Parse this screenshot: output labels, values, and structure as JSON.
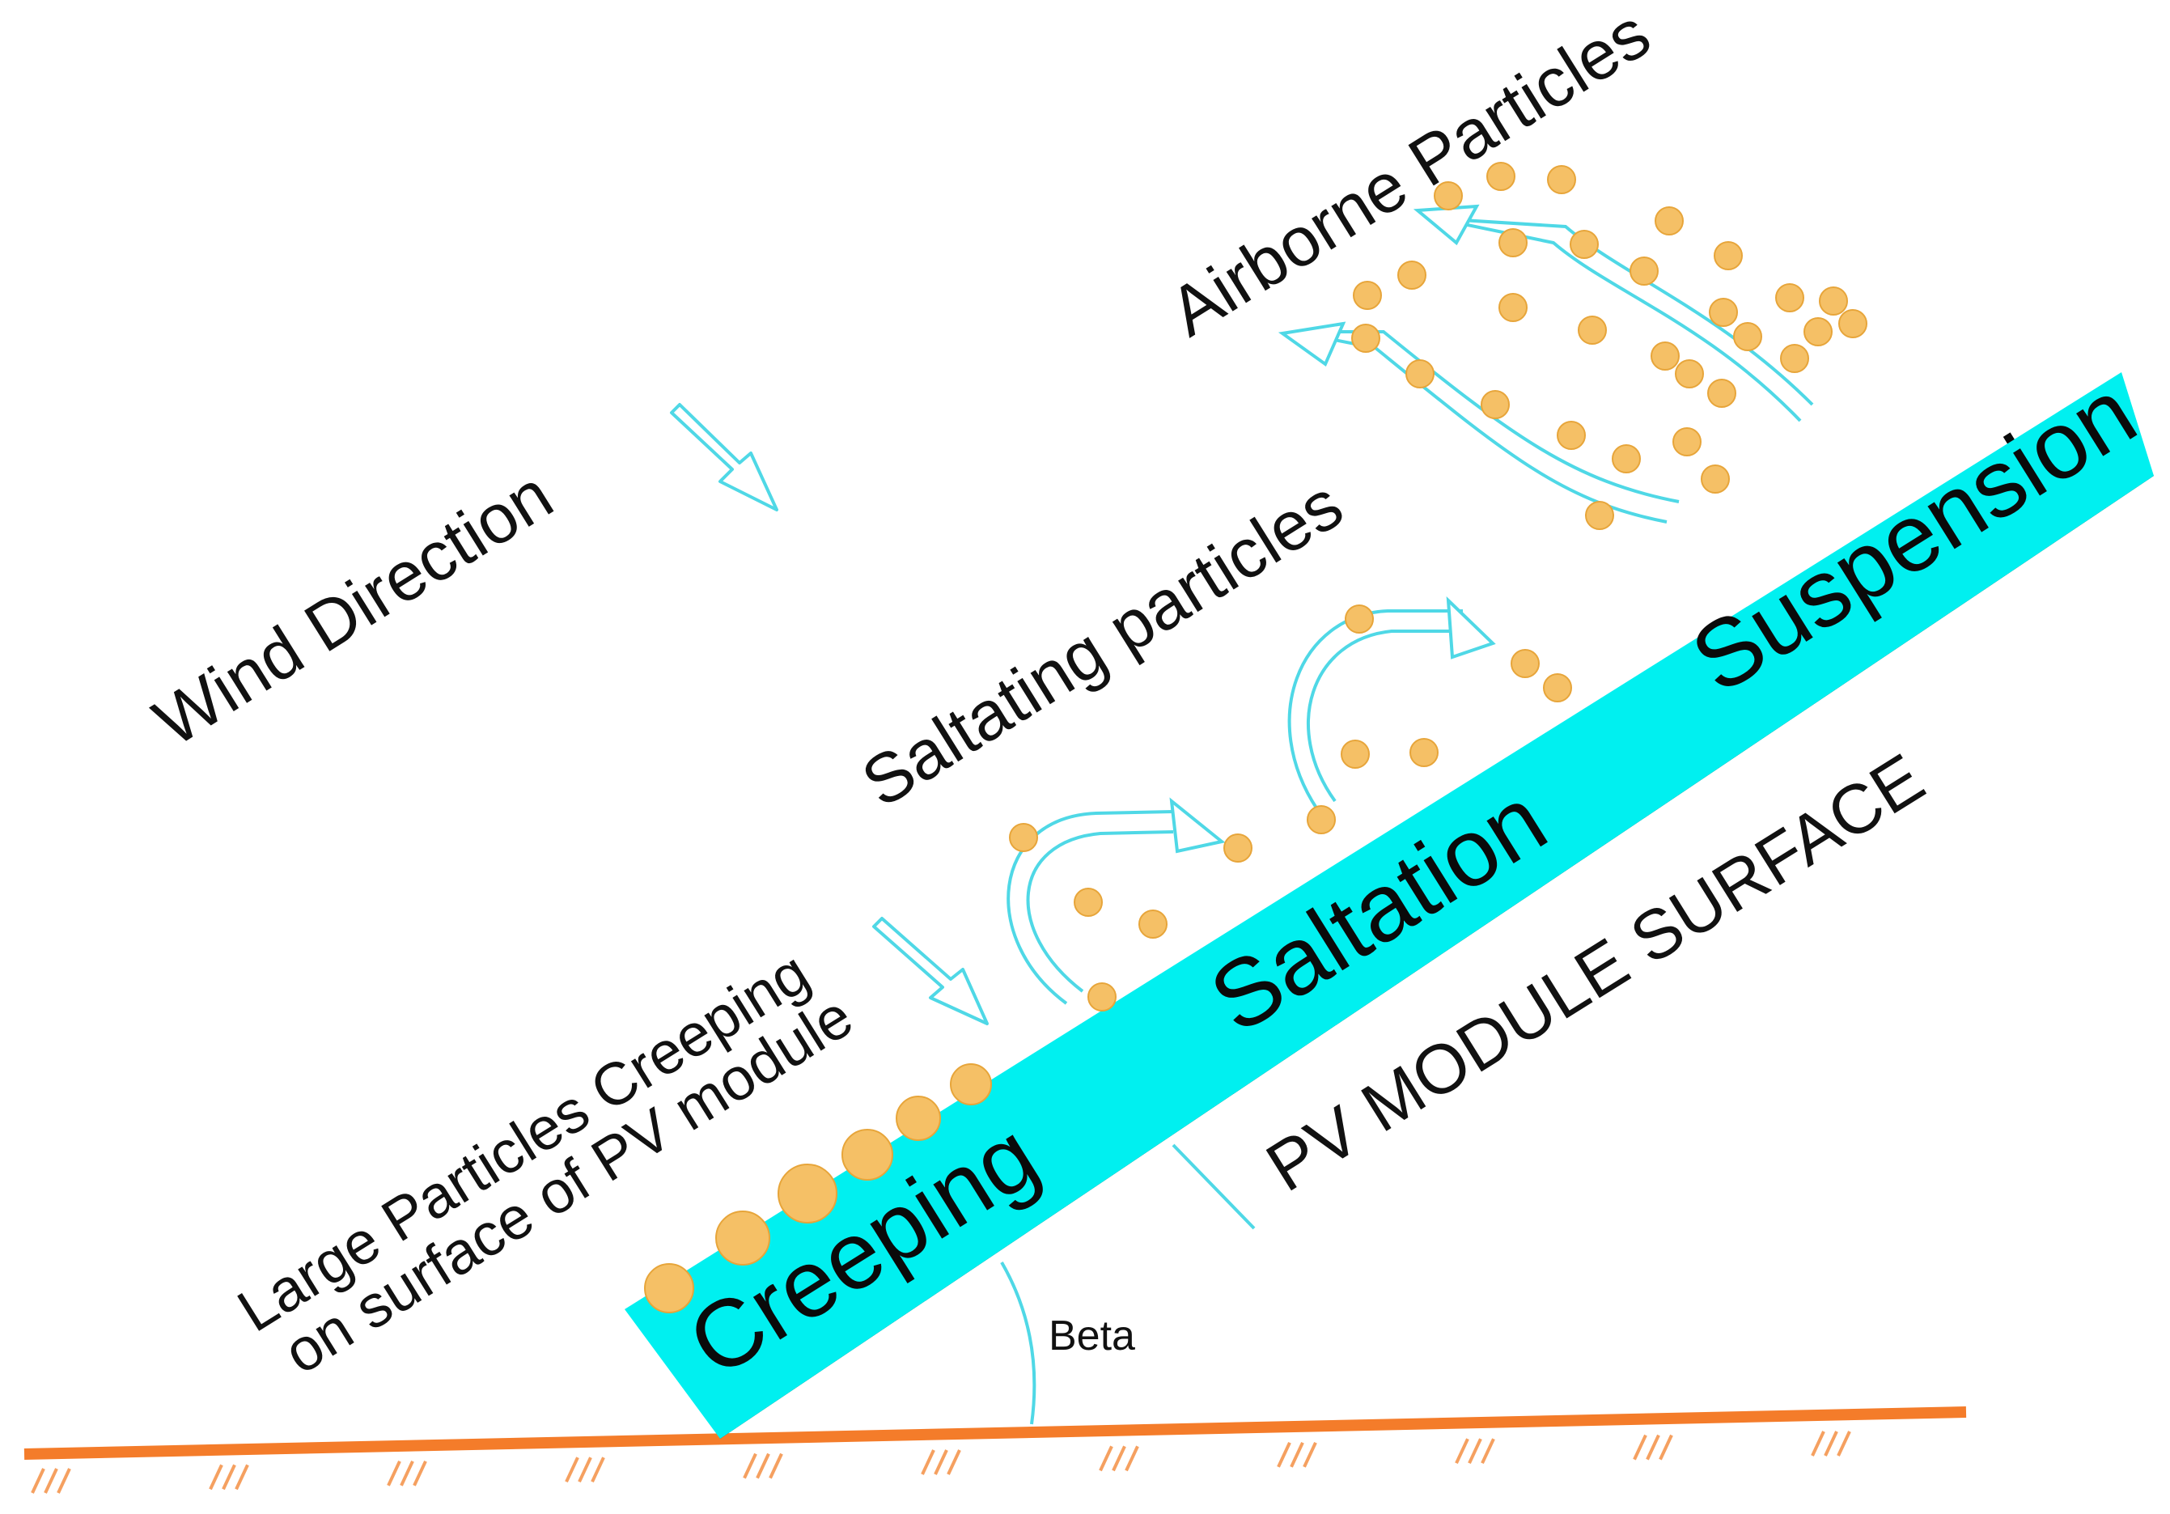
{
  "labels": {
    "wind_direction": "Wind Direction",
    "airborne_particles": "Airborne Particles",
    "saltating_particles": "Saltating particles",
    "creeping_line1": "Large Particles Creeping",
    "creeping_line2": "on surface of PV module",
    "pv_module_surface": "PV MODULE SURFACE",
    "beta": "Beta"
  },
  "band_labels": {
    "creeping": "Creeping",
    "saltation": "Saltation",
    "suspension": "Suspension"
  },
  "colors": {
    "module": "#00f0f0",
    "module_edge": "#000000",
    "arrow": "#4fd8e6",
    "particle_fill": "#f5c066",
    "particle_edge": "#e7a53a",
    "ground": "#f47c2a"
  },
  "icons": {
    "wind_arrow": "arrow-down-right-icon",
    "creeping_arrow": "arrow-down-right-icon",
    "saltation_arrows": "curved-arrow-icon",
    "suspension_arrows": "wavy-arrow-icon"
  }
}
